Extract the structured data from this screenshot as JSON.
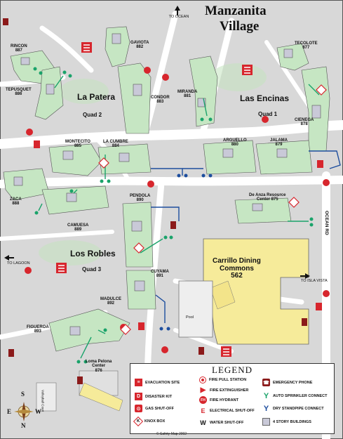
{
  "title_line1": "Manzanita",
  "title_line2": "Village",
  "directions": {
    "ocean": "TO OCEAN",
    "lagoon": "TO LAGOON",
    "isla_vista": "TO ISLA VISTA",
    "ocean_rd": "OCEAN RD"
  },
  "quads": [
    {
      "name": "La Patera",
      "sub": "Quad 2"
    },
    {
      "name": "Las Encinas",
      "sub": "Quad 1"
    },
    {
      "name": "Los Robles",
      "sub": "Quad 3"
    }
  ],
  "buildings": {
    "rincon": {
      "name": "RINCON",
      "num": "887"
    },
    "tepusquet": {
      "name": "TEPUSQUET",
      "num": "886"
    },
    "gaviota": {
      "name": "GAVIOTA",
      "num": "882"
    },
    "condor": {
      "name": "CONDOR",
      "num": "883"
    },
    "miranda": {
      "name": "MIRANDA",
      "num": "881"
    },
    "tecolote": {
      "name": "TECOLOTE",
      "num": "877"
    },
    "cienega": {
      "name": "CIENEGA",
      "num": "878"
    },
    "montecito": {
      "name": "MONTECITO",
      "num": "885"
    },
    "la_cumbre": {
      "name": "LA CUMBRE",
      "num": "884"
    },
    "arguello": {
      "name": "ARGUELLO",
      "num": "880"
    },
    "jalama": {
      "name": "JALAMA",
      "num": "879"
    },
    "zaca": {
      "name": "ZACA",
      "num": "888"
    },
    "camuesa": {
      "name": "CAMUESA",
      "num": "889"
    },
    "pendola": {
      "name": "PENDOLA",
      "num": "890"
    },
    "cuyama": {
      "name": "CUYAMA",
      "num": "891"
    },
    "madulce": {
      "name": "MADULCE",
      "num": "892"
    },
    "figueroa": {
      "name": "FIGUEROA",
      "num": "893"
    },
    "de_anza": {
      "name": "De Anza Resource",
      "num": "Center 875"
    },
    "loma_pelona": {
      "name": "Loma Pelona",
      "sub": "Center",
      "num": "876"
    },
    "carrillo": {
      "name": "Carrillo Dining",
      "sub": "Commons",
      "num": "562"
    },
    "pool": {
      "name": "Pool"
    },
    "volleyball": {
      "name": "Volleyball Court"
    }
  },
  "legend": {
    "title": "LEGEND",
    "items": [
      {
        "label": "EVACUATION SITE",
        "icon": "evacuation-site-icon",
        "color": "#d7262d"
      },
      {
        "label": "DISASTER KIT",
        "icon": "disaster-kit-icon",
        "color": "#d7262d"
      },
      {
        "label": "GAS SHUT-OFF",
        "icon": "gas-shutoff-icon",
        "color": "#d7262d"
      },
      {
        "label": "KNOX BOX",
        "icon": "knox-box-icon",
        "color": "#d7262d"
      },
      {
        "label": "FIRE PULL STATION",
        "icon": "fire-pull-station-icon",
        "color": "#d7262d"
      },
      {
        "label": "FIRE EXTINGUISHER",
        "icon": "fire-extinguisher-icon",
        "color": "#d7262d"
      },
      {
        "label": "FIRE HYDRANT",
        "icon": "fire-hydrant-icon",
        "color": "#d7262d"
      },
      {
        "label": "ELECTRICAL SHUT-OFF",
        "icon": "electrical-shutoff-icon",
        "color": "#d7262d"
      },
      {
        "label": "WATER SHUT-OFF",
        "icon": "water-shutoff-icon",
        "color": "#111111"
      },
      {
        "label": "EMERGENCY PHONE",
        "icon": "emergency-phone-icon",
        "color": "#8b1a1a"
      },
      {
        "label": "AUTO SPRINKLER CONNECT",
        "icon": "auto-sprinkler-connect-icon",
        "color": "#1aa36a"
      },
      {
        "label": "DRY STANDPIPE CONNECT",
        "icon": "dry-standpipe-connect-icon",
        "color": "#1d4e9e"
      },
      {
        "label": "4 STORY BUILDINGS",
        "icon": "four-story-building-icon",
        "color": "#c9c9d8"
      }
    ],
    "glyphs": {
      "disaster": "D",
      "electrical": "E",
      "water": "W",
      "knox": "K",
      "hydrant": "FH"
    }
  },
  "compass": {
    "n": "N",
    "s": "S",
    "e": "E",
    "w": "W"
  },
  "copyright": "© Safety-Map 2002",
  "colors": {
    "ground": "#d8d8d8",
    "path": "#ffffff",
    "building": "#c6e6c3",
    "four_story": "#c9c9d8",
    "commons": "#f6eb9a",
    "red": "#d7262d",
    "standpipe": "#1d4e9e",
    "sprinkler": "#1aa36a"
  }
}
